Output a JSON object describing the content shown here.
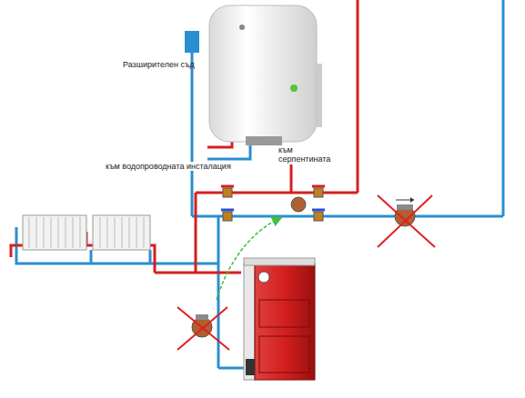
{
  "diagram": {
    "labels": [
      "Разширителен съд",
      "към водопроводната инсталация",
      "към серпентината"
    ]
  }
}
